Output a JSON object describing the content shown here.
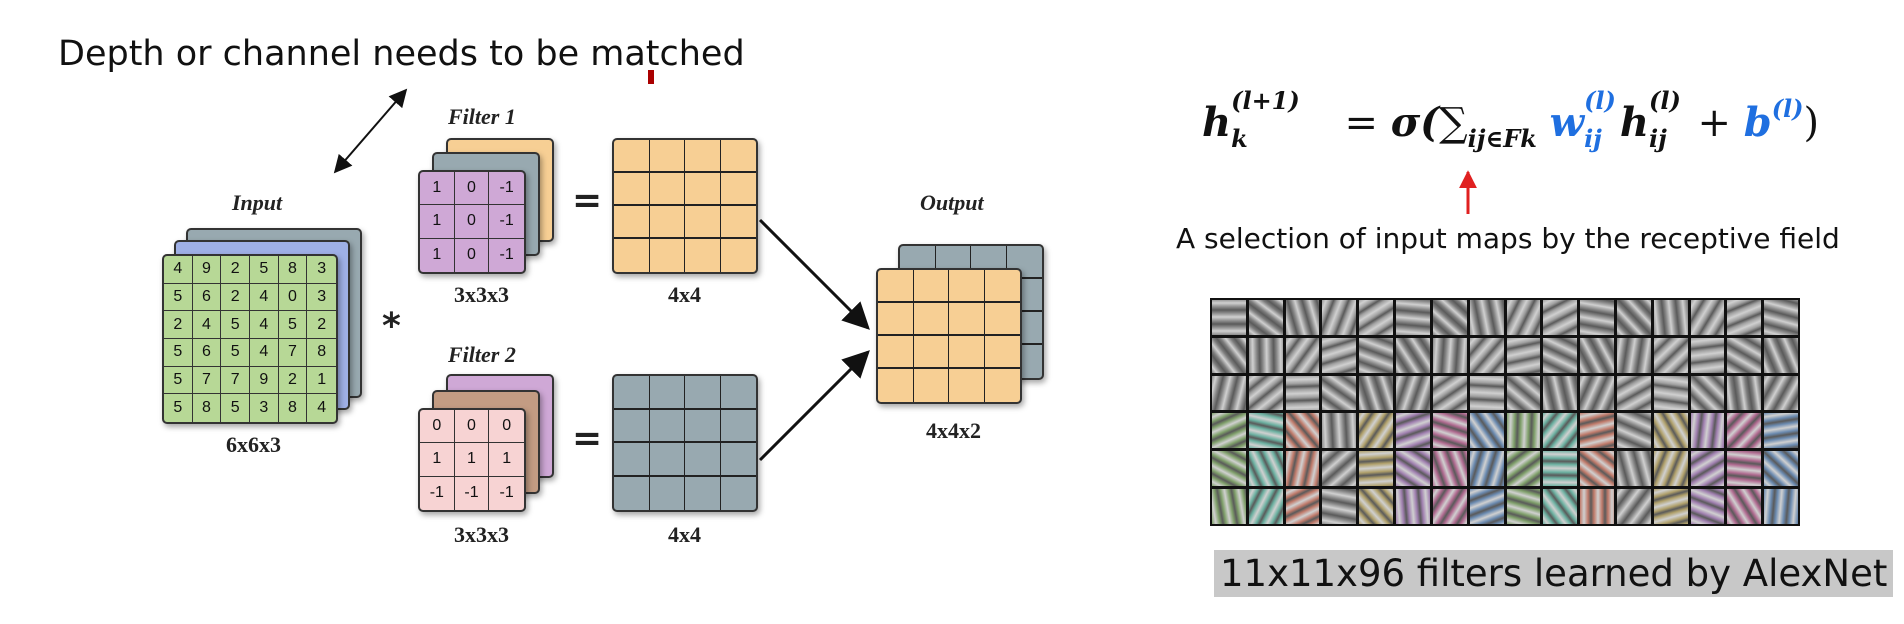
{
  "note": {
    "depth_text": "Depth or channel needs to be matched"
  },
  "labels": {
    "input": "Input",
    "filter1": "Filter 1",
    "filter2": "Filter 2",
    "output": "Output",
    "input_dim": "6x6x3",
    "filter1_dim": "3x3x3",
    "filter2_dim": "3x3x3",
    "fmap1_dim": "4x4",
    "fmap2_dim": "4x4",
    "output_dim": "4x4x2",
    "conv_op": "*",
    "eq1": "=",
    "eq2": "="
  },
  "input_matrix": [
    [
      "4",
      "9",
      "2",
      "5",
      "8",
      "3"
    ],
    [
      "5",
      "6",
      "2",
      "4",
      "0",
      "3"
    ],
    [
      "2",
      "4",
      "5",
      "4",
      "5",
      "2"
    ],
    [
      "5",
      "6",
      "5",
      "4",
      "7",
      "8"
    ],
    [
      "5",
      "7",
      "7",
      "9",
      "2",
      "1"
    ],
    [
      "5",
      "8",
      "5",
      "3",
      "8",
      "4"
    ]
  ],
  "filter1_matrix": [
    [
      "1",
      "0",
      "-1"
    ],
    [
      "1",
      "0",
      "-1"
    ],
    [
      "1",
      "0",
      "-1"
    ]
  ],
  "filter2_matrix": [
    [
      "0",
      "0",
      "0"
    ],
    [
      "1",
      "1",
      "1"
    ],
    [
      "-1",
      "-1",
      "-1"
    ]
  ],
  "formula": {
    "h": "h",
    "k": "k",
    "l1": "(l+1)",
    "eq": "=",
    "sigma": "σ(",
    "sum": "∑",
    "sum_sub": "ij∈Fk",
    "w": "w",
    "w_sub": "ij",
    "w_sup": "(l)",
    "h2": "h",
    "h2_sub": "ij",
    "h2_sup": "(l)",
    "plus": "+",
    "b": "b",
    "b_sup": "(l)",
    "close": ")"
  },
  "caption": "A selection of input maps by the receptive field",
  "alexnet_label": "11x11x96 filters learned by AlexNet",
  "colors": {
    "input_green": "#b7d896",
    "input_blue": "#9fb0e6",
    "input_gray": "#98a9b0",
    "filter_purple": "#cfa8d6",
    "filter_gray": "#98a9b0",
    "filter_orange": "#f7cf94",
    "filter_pink": "#f7d3d3",
    "filter_brown": "#c39c83",
    "fmap_orange": "#f7cf94",
    "fmap_gray": "#98a9b0",
    "formula_blue": "#1f6fe0",
    "arrow_red": "#e02020"
  }
}
